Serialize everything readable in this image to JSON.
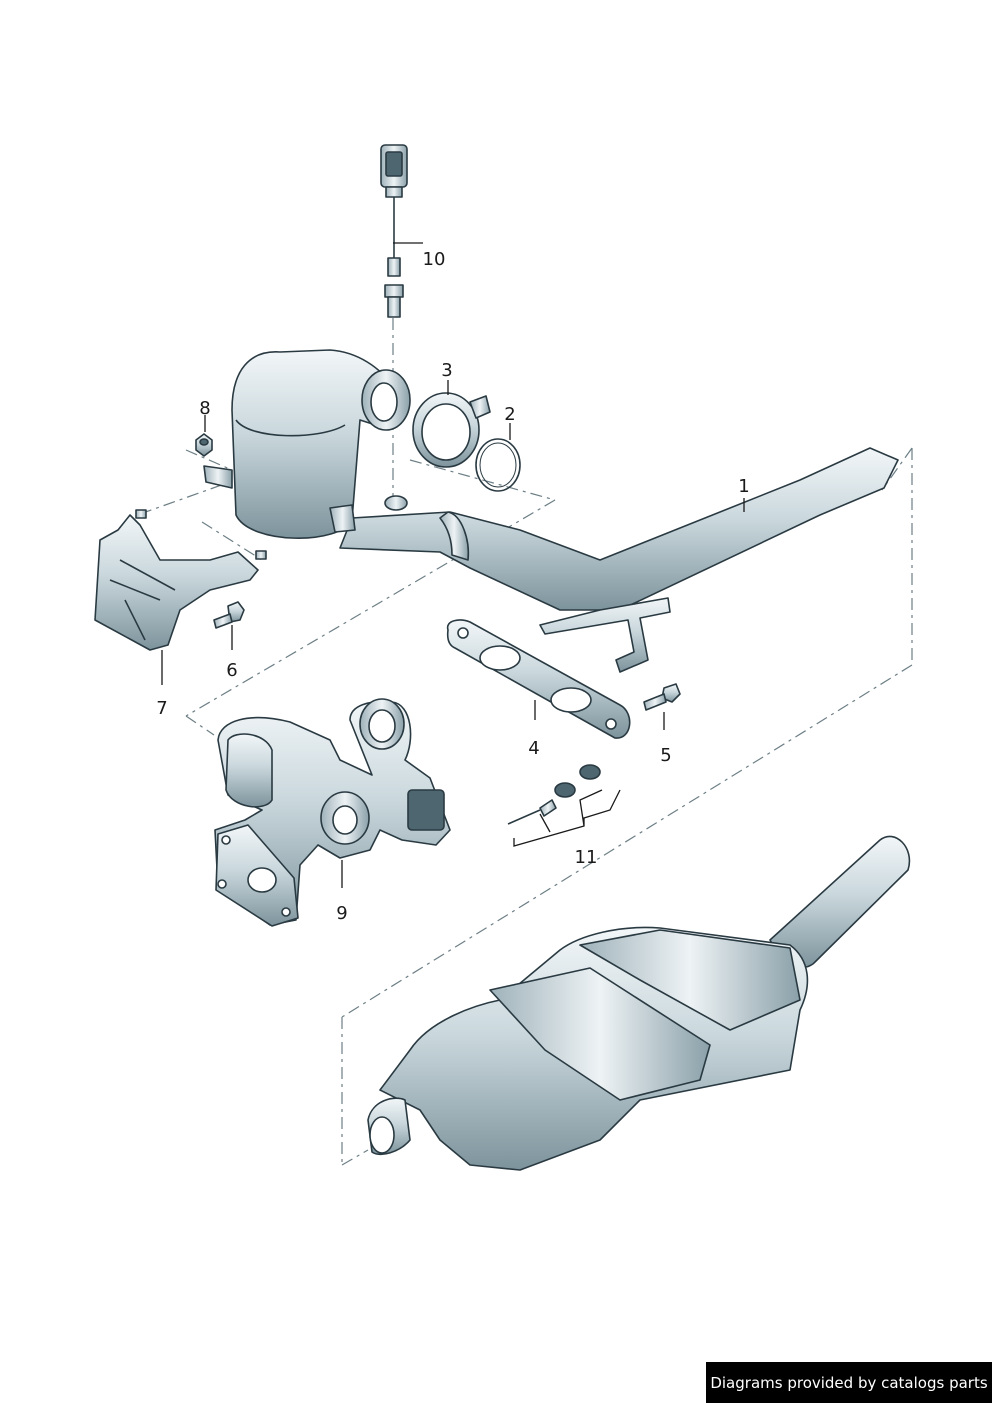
{
  "callouts": {
    "c1": "1",
    "c2": "2",
    "c3": "3",
    "c4": "4",
    "c5": "5",
    "c6": "6",
    "c7": "7",
    "c8": "8",
    "c9": "9",
    "c10": "10",
    "c11": "11"
  },
  "credit": "Diagrams provided by catalogs parts",
  "colors": {
    "metal_light": "#e9f0f3",
    "metal_mid": "#b7c8cf",
    "metal_dark": "#7d939c",
    "outline": "#2a3a42",
    "callout_text": "#1a1a1a"
  }
}
